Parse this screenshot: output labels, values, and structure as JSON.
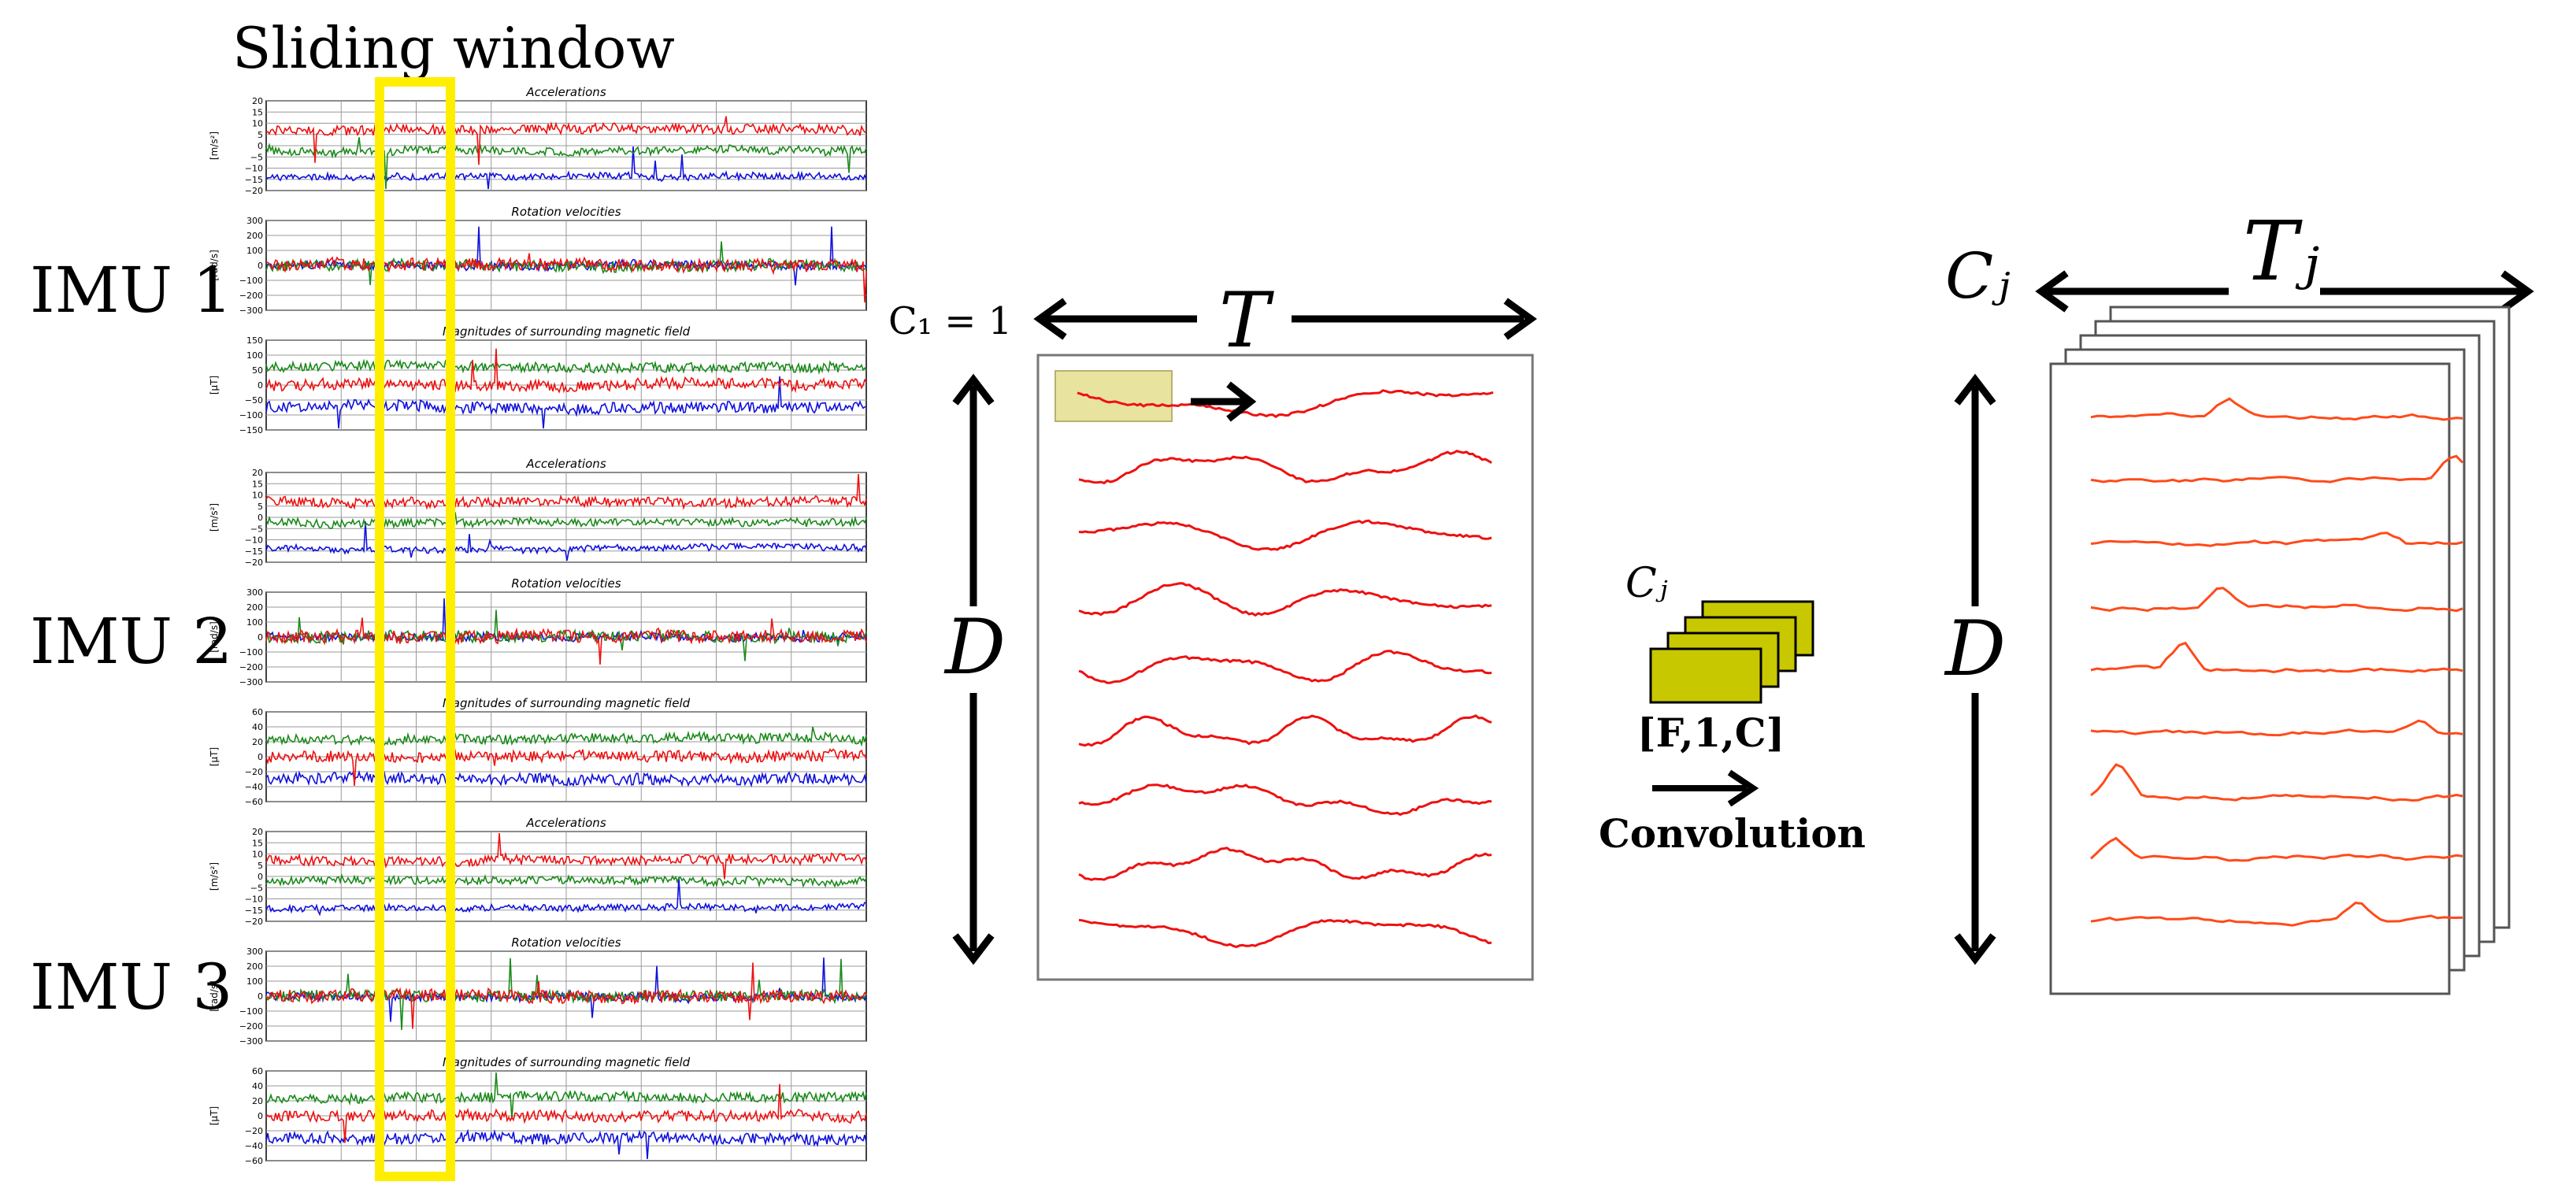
{
  "sliding_window_label": "Sliding window",
  "imu_labels": [
    "IMU 1",
    "IMU 2",
    "IMU 3"
  ],
  "imu_groups": [
    {
      "plots": [
        {
          "title": "Accelerations",
          "unit": "[m/s²]",
          "ticks": [
            "20",
            "15",
            "10",
            "5",
            "0",
            "−5",
            "−10",
            "−15",
            "−20"
          ]
        },
        {
          "title": "Rotation velocities",
          "unit": "[rad/s]",
          "ticks": [
            "300",
            "200",
            "100",
            "0",
            "−100",
            "−200",
            "−300"
          ]
        },
        {
          "title": "Magnitudes of surrounding magnetic field",
          "unit": "[μT]",
          "ticks": [
            "150",
            "100",
            "50",
            "0",
            "−50",
            "−100",
            "−150"
          ]
        }
      ]
    },
    {
      "plots": [
        {
          "title": "Accelerations",
          "unit": "[m/s²]",
          "ticks": [
            "20",
            "15",
            "10",
            "5",
            "0",
            "−5",
            "−10",
            "−15",
            "−20"
          ]
        },
        {
          "title": "Rotation velocities",
          "unit": "[rad/s]",
          "ticks": [
            "300",
            "200",
            "100",
            "0",
            "−100",
            "−200",
            "−300"
          ]
        },
        {
          "title": "Magnitudes of surrounding magnetic field",
          "unit": "[μT]",
          "ticks": [
            "60",
            "40",
            "20",
            "0",
            "−20",
            "−40",
            "−60"
          ]
        }
      ]
    },
    {
      "plots": [
        {
          "title": "Accelerations",
          "unit": "[m/s²]",
          "ticks": [
            "20",
            "15",
            "10",
            "5",
            "0",
            "−5",
            "−10",
            "−15",
            "−20"
          ]
        },
        {
          "title": "Rotation velocities",
          "unit": "[rad/s]",
          "ticks": [
            "300",
            "200",
            "100",
            "0",
            "−100",
            "−200",
            "−300"
          ]
        },
        {
          "title": "Magnitudes of surrounding magnetic field",
          "unit": "[μT]",
          "ticks": [
            "60",
            "40",
            "20",
            "0",
            "−20",
            "−40",
            "−60"
          ]
        }
      ]
    }
  ],
  "input_panel": {
    "channels_label": "C₁ = 1",
    "width_label": "T",
    "height_label": "D",
    "row_count": 9
  },
  "convolution": {
    "filters_label": "Cⱼ",
    "kernel_label": "[F,1,C]",
    "operation_label": "Convolution"
  },
  "output_panel": {
    "channels_label": "Cⱼ",
    "width_label": "Tⱼ",
    "height_label": "D",
    "row_count": 9
  },
  "colors": {
    "window": "#ffee00",
    "highlight": "#e8e4a0",
    "signal_red": "#ee1111",
    "signal_green": "#1a8a1a",
    "signal_blue": "#1111dd",
    "output_line": "#ff4a1a",
    "filter": "#c8c800",
    "ink": "#000000"
  }
}
